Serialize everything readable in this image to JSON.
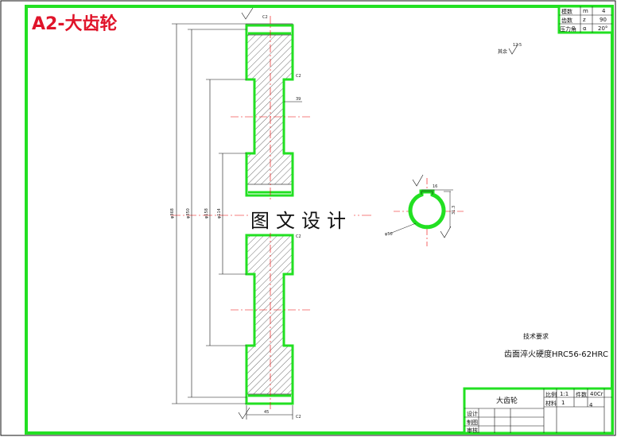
{
  "drawing": {
    "label": "A2-大齿轮",
    "watermark": "图文设计",
    "roughness_note": "其余",
    "roughness_value": "12.5",
    "tech_requirements_title": "技术要求",
    "tech_requirements_text": "齿面淬火硬度HRC56-62HRC"
  },
  "param_table": {
    "rows": [
      {
        "name": "模数",
        "sym": "m",
        "val": "4"
      },
      {
        "name": "齿数",
        "sym": "z",
        "val": "90"
      },
      {
        "name": "压力角",
        "sym": "α",
        "val": "20°"
      }
    ]
  },
  "title_block": {
    "part_name": "大齿轮",
    "scale_label": "比例",
    "scale": "1:1",
    "qty_label": "件数",
    "qty": "1",
    "material_label": "材料",
    "material": "40Cr",
    "sheet": "4",
    "rows": [
      "设计",
      "制图",
      "审核"
    ]
  },
  "dimensions": {
    "d_outer": "φ368",
    "d_root": "φ350",
    "d_hub": "φ158",
    "d_bore": "φ114",
    "width": "45",
    "chamfer": "C2",
    "key_width": "16",
    "key_depth": "31.3",
    "hub_len": "39",
    "bore_d": "φ50"
  }
}
